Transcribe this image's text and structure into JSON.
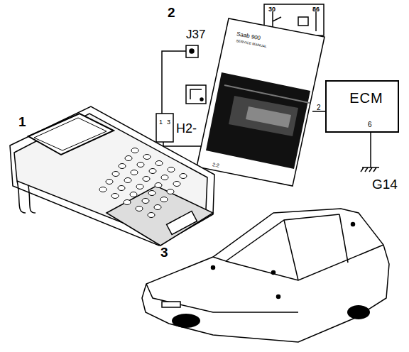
{
  "diagram": {
    "nodes": [
      {
        "text": [
          "ECM"
        ]
      }
    ],
    "labels": [
      "1",
      "2",
      "3",
      "J37",
      "H2-",
      "1",
      "3",
      "2",
      "6",
      "G14",
      "30",
      "86",
      "Saab 900",
      "SERVICE MANUAL",
      "2:2"
    ]
  }
}
